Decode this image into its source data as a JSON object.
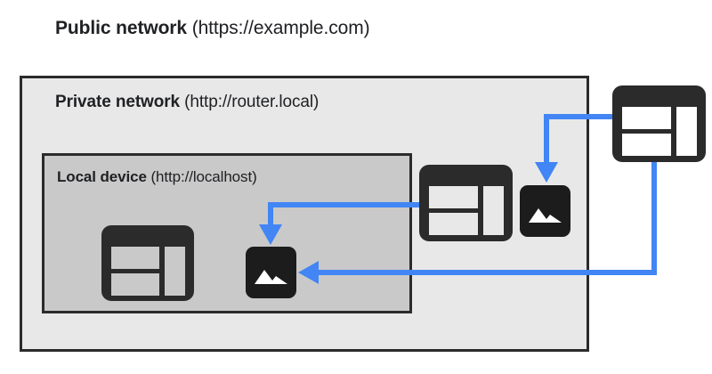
{
  "diagram": {
    "title_region": "network-access-diagram",
    "colors": {
      "public_bg": "#ffffff",
      "private_bg": "#e8e8e8",
      "local_bg": "#c9c9c9",
      "border": "#2b2b2b",
      "icon": "#2b2b2b",
      "arrow": "#4285f4",
      "text": "#202124"
    }
  },
  "boxes": {
    "public": {
      "name": "Public network",
      "url": "(https://example.com)",
      "label_bold": "Public network",
      "label_rest": " (https://example.com)"
    },
    "private": {
      "name": "Private network",
      "url": "(http://router.local)",
      "label_bold": "Private network",
      "label_rest": " (http://router.local)"
    },
    "local": {
      "name": "Local device",
      "url": "(http://localhost)",
      "label_bold": "Local device",
      "label_rest": " (http://localhost)"
    }
  },
  "icons": [
    {
      "id": "browser-local",
      "type": "browser-window-icon",
      "network": "local"
    },
    {
      "id": "image-local",
      "type": "image-icon",
      "network": "local"
    },
    {
      "id": "browser-private",
      "type": "browser-window-icon",
      "network": "private"
    },
    {
      "id": "image-private",
      "type": "image-icon",
      "network": "private"
    },
    {
      "id": "browser-public",
      "type": "browser-window-icon",
      "network": "public"
    }
  ],
  "arrows": [
    {
      "id": "arrow-public-to-private-image",
      "from": "browser-public",
      "to": "image-private",
      "direction": "down"
    },
    {
      "id": "arrow-private-to-local-image",
      "from": "browser-private",
      "to": "image-local",
      "direction": "down"
    },
    {
      "id": "arrow-public-to-local-image",
      "from": "browser-public",
      "to": "image-local",
      "direction": "left"
    }
  ]
}
